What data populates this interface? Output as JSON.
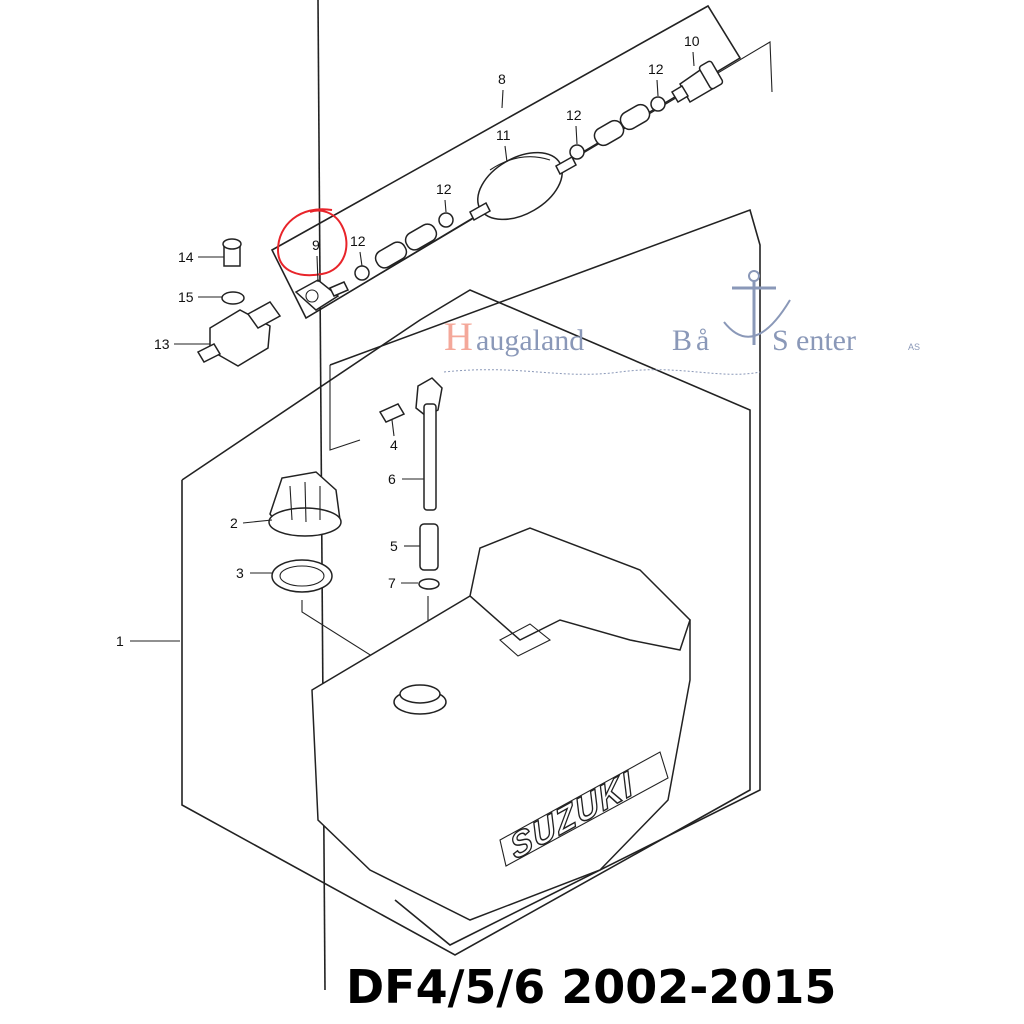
{
  "caption": "DF4/5/6 2002-2015",
  "watermark": {
    "letter_h": "H",
    "word1": "augaland",
    "word2_b": "B",
    "word2_a": "å",
    "word3_s": "S",
    "word3": "enter",
    "suffix": "AS",
    "colors": {
      "accent": "#f4a89a",
      "text": "#8a98b8"
    }
  },
  "tank_logo": "SUZUKI",
  "highlight": {
    "part": "9",
    "color": "#e8242a"
  },
  "callouts": {
    "p1": "1",
    "p2": "2",
    "p3": "3",
    "p4": "4",
    "p5": "5",
    "p6": "6",
    "p7": "7",
    "p8": "8",
    "p9": "9",
    "p10": "10",
    "p11": "11",
    "p12a": "12",
    "p12b": "12",
    "p12c": "12",
    "p12d": "12",
    "p13": "13",
    "p14": "14",
    "p15": "15"
  },
  "icons": {
    "anchor": "anchor-icon"
  }
}
